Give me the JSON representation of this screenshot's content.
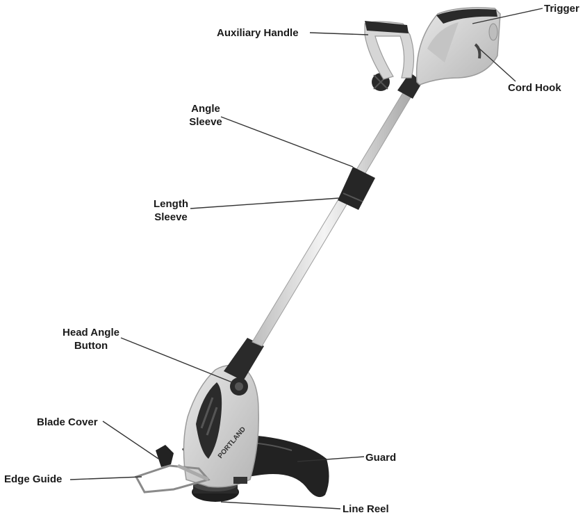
{
  "labels": {
    "trigger": "Trigger",
    "auxiliary_handle": "Auxiliary Handle",
    "cord_hook": "Cord Hook",
    "angle_sleeve": [
      "Angle",
      "Sleeve"
    ],
    "length_sleeve": [
      "Length",
      "Sleeve"
    ],
    "head_angle_button": [
      "Head Angle",
      "Button"
    ],
    "blade_cover": "Blade Cover",
    "guard": "Guard",
    "edge_guide": "Edge Guide",
    "line_reel": "Line Reel",
    "brand_logo": "PORTLAND"
  },
  "colors": {
    "housing": "#d9d9d9",
    "housing_shade": "#b8b8b8",
    "grip": "#2b2b2b",
    "shaft": "#e6e6e6",
    "guard": "#222222",
    "leader": "#333333",
    "text": "#1a1a1a"
  }
}
